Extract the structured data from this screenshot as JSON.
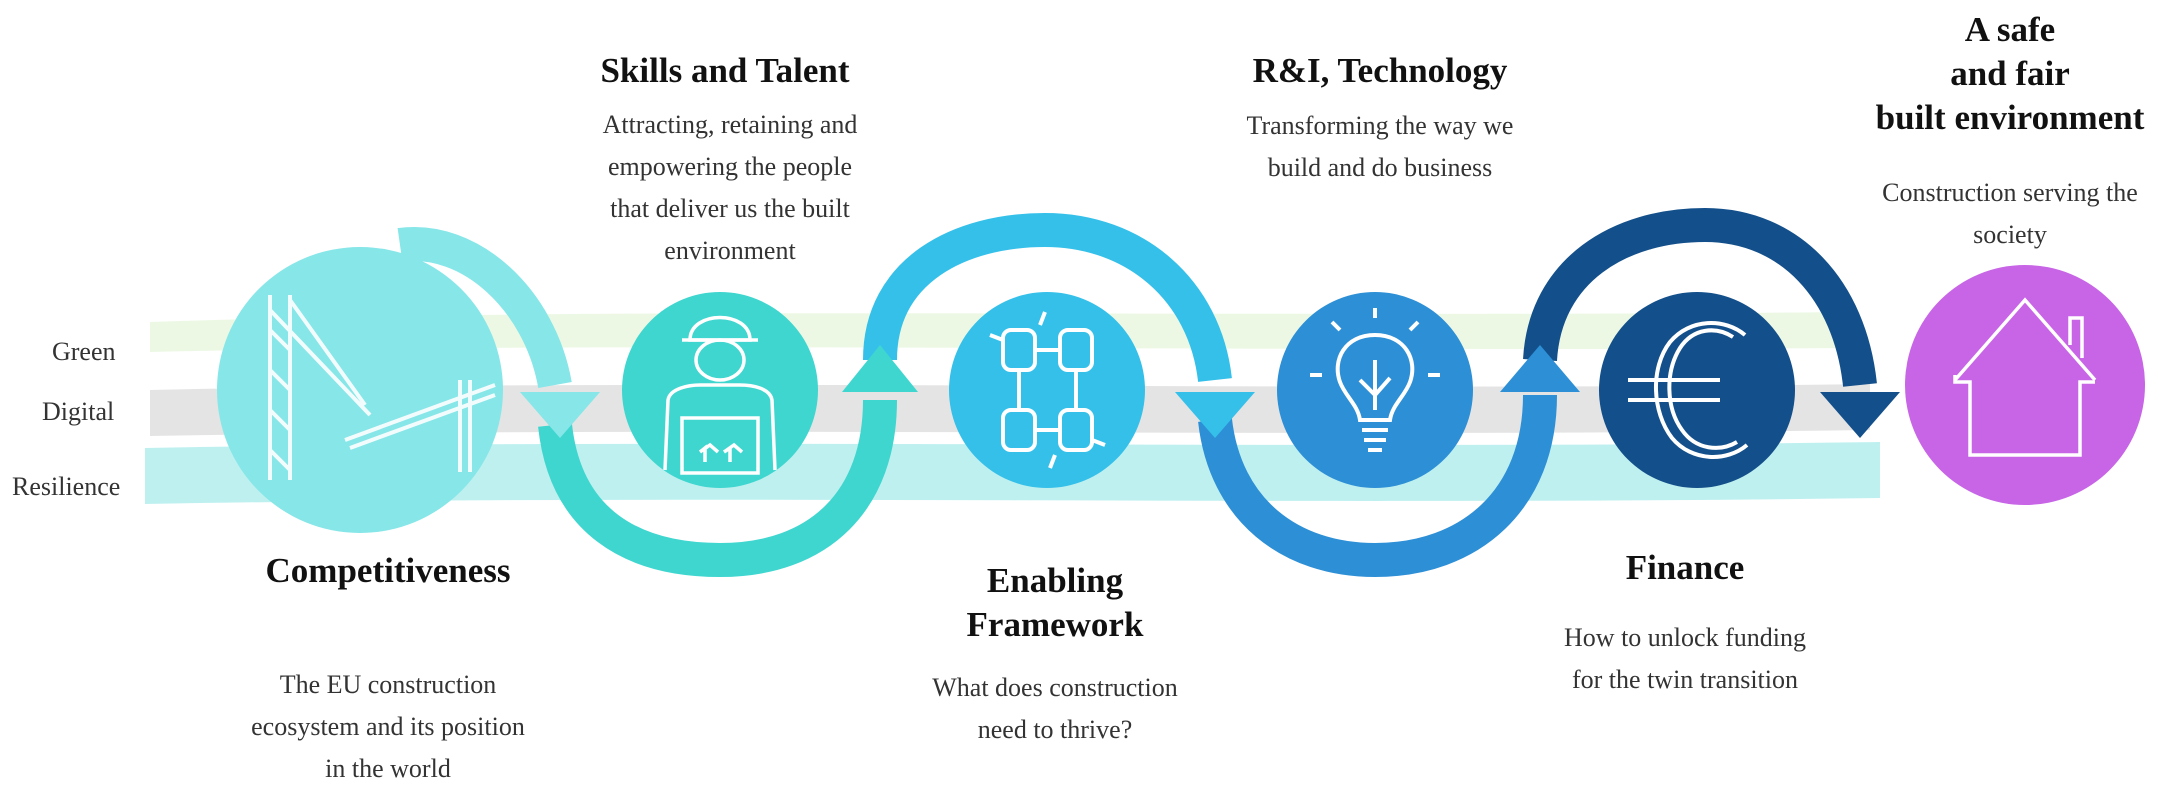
{
  "bands": {
    "green": "Green",
    "digital": "Digital",
    "resilience": "Resilience"
  },
  "stages": [
    {
      "id": "competitiveness",
      "title": "Competitiveness",
      "desc_lines": [
        "The EU construction",
        "ecosystem and its position",
        "in the world"
      ],
      "color": "#7fe4e6"
    },
    {
      "id": "skills",
      "title": "Skills and Talent",
      "desc_lines": [
        "Attracting, retaining and",
        "empowering the people",
        "that deliver us the built",
        "environment"
      ],
      "color": "#33d0c9"
    },
    {
      "id": "enabling",
      "title_lines": [
        "Enabling",
        "Framework"
      ],
      "desc_lines": [
        "What does construction",
        "need to thrive?"
      ],
      "color": "#35bde9"
    },
    {
      "id": "rni",
      "title": "R&I, Technology",
      "desc_lines": [
        "Transforming the way we",
        "build and do business"
      ],
      "color": "#2d8fd6"
    },
    {
      "id": "finance",
      "title": "Finance",
      "desc_lines": [
        "How to unlock funding",
        "for the twin transition"
      ],
      "color": "#134f8a"
    },
    {
      "id": "safe",
      "title_lines": [
        "A safe",
        "and fair",
        "built environment"
      ],
      "desc_lines": [
        "Construction serving the",
        "society"
      ],
      "color": "#c765e6"
    }
  ]
}
